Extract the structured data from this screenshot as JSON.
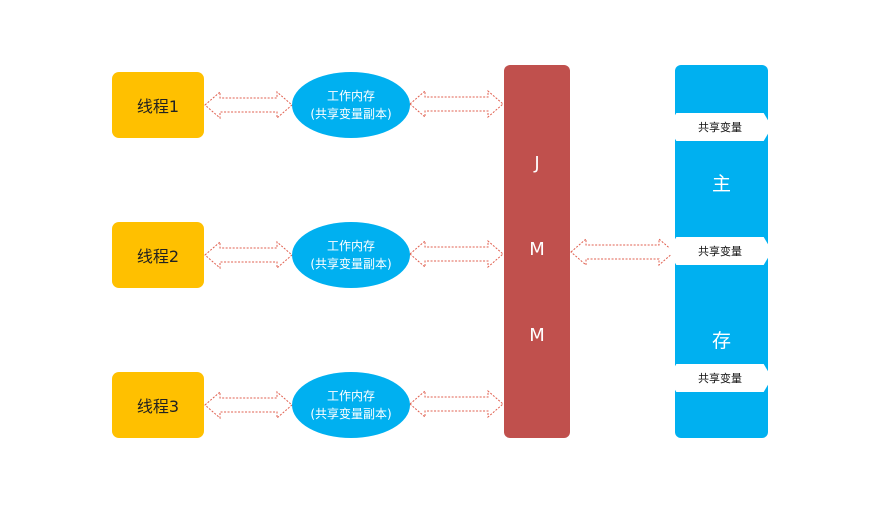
{
  "threads": [
    {
      "label": "线程1"
    },
    {
      "label": "线程2"
    },
    {
      "label": "线程3"
    }
  ],
  "work_memory": [
    {
      "line1": "工作内存",
      "line2": "(共享变量副本)"
    },
    {
      "line1": "工作内存",
      "line2": "(共享变量副本)"
    },
    {
      "line1": "工作内存",
      "line2": "(共享变量副本)"
    }
  ],
  "jmm": {
    "letters": [
      "J",
      "M",
      "M"
    ]
  },
  "main_memory": {
    "letters": [
      "主",
      "存"
    ],
    "shared_tags": [
      "共享变量",
      "共享变量",
      "共享变量"
    ]
  },
  "colors": {
    "thread": "#ffc000",
    "work_memory": "#00b0f0",
    "jmm": "#c0504d",
    "main_memory": "#00b0f0",
    "arrow": "#e06050"
  }
}
